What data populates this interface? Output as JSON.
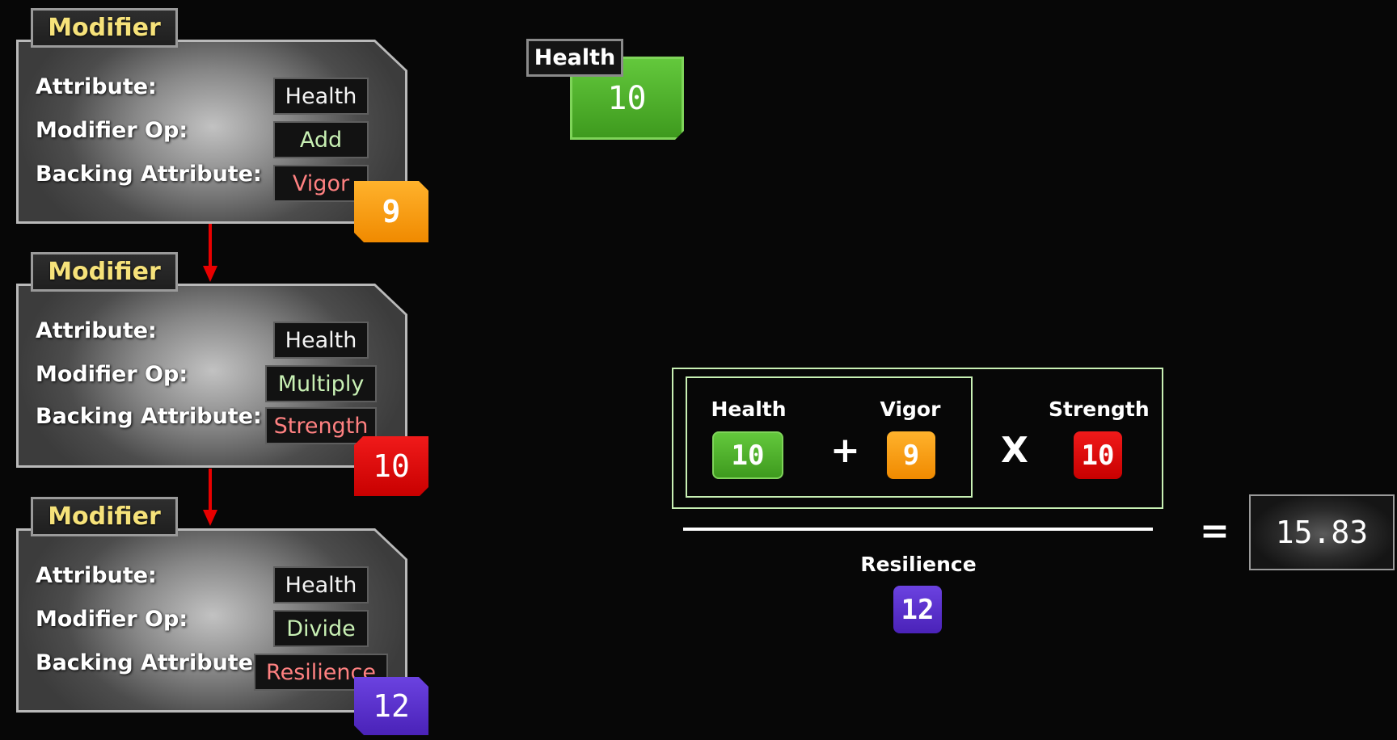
{
  "modifiers": [
    {
      "tab": "Modifier",
      "labels": {
        "attribute": "Attribute:",
        "op": "Modifier Op:",
        "backing": "Backing Attribute:"
      },
      "attribute": "Health",
      "op": "Add",
      "backing": "Vigor",
      "badge": "9",
      "badge_color": "#f59a00"
    },
    {
      "tab": "Modifier",
      "labels": {
        "attribute": "Attribute:",
        "op": "Modifier Op:",
        "backing": "Backing Attribute:"
      },
      "attribute": "Health",
      "op": "Multiply",
      "backing": "Strength",
      "badge": "10",
      "badge_color": "#dc0a0a"
    },
    {
      "tab": "Modifier",
      "labels": {
        "attribute": "Attribute:",
        "op": "Modifier Op:",
        "backing": "Backing Attribute:"
      },
      "attribute": "Health",
      "op": "Divide",
      "backing": "Resilience",
      "badge": "12",
      "badge_color": "#5a32c8"
    }
  ],
  "health_node": {
    "label": "Health",
    "value": "10",
    "color": "#52b82e"
  },
  "formula": {
    "health_label": "Health",
    "health_value": "10",
    "plus": "+",
    "vigor_label": "Vigor",
    "vigor_value": "9",
    "times": "X",
    "strength_label": "Strength",
    "strength_value": "10",
    "divisor_label": "Resilience",
    "divisor_value": "12",
    "equals": "=",
    "result": "15.83"
  },
  "colors": {
    "health": "#52b82e",
    "vigor": "#f59a00",
    "strength": "#dc0a0a",
    "resilience": "#5a32c8",
    "formula_border": "#c8f0b4",
    "modifier_title": "#f6e27a",
    "arrow": "#e80000"
  }
}
